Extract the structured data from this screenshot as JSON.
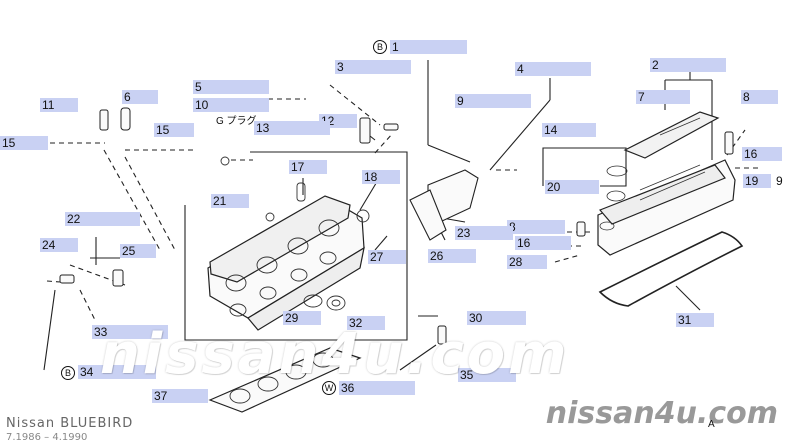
{
  "callouts": {
    "c1": "1",
    "c2": "2",
    "c3": "3",
    "c4": "4",
    "c5": "5",
    "c6": "6",
    "c7": "7",
    "c8a": "8",
    "c8b": "8",
    "c9a": "9",
    "c9b": "9",
    "c10": "10",
    "c11": "11",
    "c12": "12",
    "c13": "13",
    "c14": "14",
    "c15a": "15",
    "c15b": "15",
    "c16a": "16",
    "c16b": "16",
    "c17": "17",
    "c18": "18",
    "c19": "19",
    "c20": "20",
    "c21": "21",
    "c22": "22",
    "c23": "23",
    "c24": "24",
    "c25": "25",
    "c26": "26",
    "c27": "27",
    "c28": "28",
    "c29": "29",
    "c30": "30",
    "c31": "31",
    "c32": "32",
    "c33": "33",
    "c34": "34",
    "c35": "35",
    "c36": "36",
    "c37": "37"
  },
  "markers": {
    "b1": "B",
    "b2": "B",
    "w": "W"
  },
  "note_g": "G プラグ",
  "corner_letter": "A",
  "watermark": "nissan4u.com",
  "brand": "nissan4u.com",
  "model": "Nissan BLUEBIRD",
  "years": "7.1986 – 4.1990"
}
